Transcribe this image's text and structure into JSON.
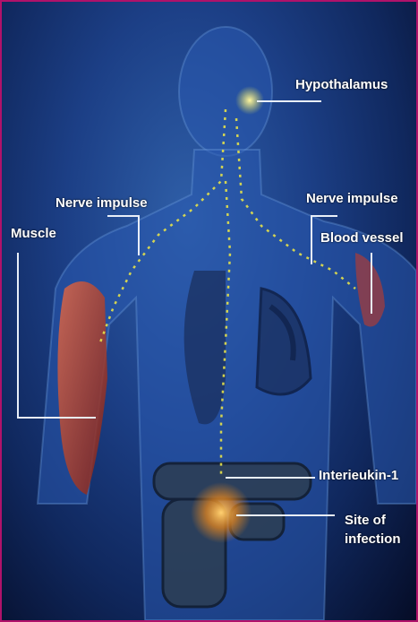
{
  "labels": {
    "hypothalamus": "Hypothalamus",
    "nerve_impulse_left": "Nerve impulse",
    "nerve_impulse_right": "Nerve impulse",
    "muscle": "Muscle",
    "blood_vessel": "Blood vessel",
    "interleukin": "Interieukin-1",
    "site_line1": "Site of",
    "site_line2": "infection"
  },
  "colors": {
    "frame": "#b0126a",
    "background": "#1c3f86",
    "nerve": "#e6e24a",
    "muscle": "#c23a2a",
    "infection": "#f08a1a"
  }
}
